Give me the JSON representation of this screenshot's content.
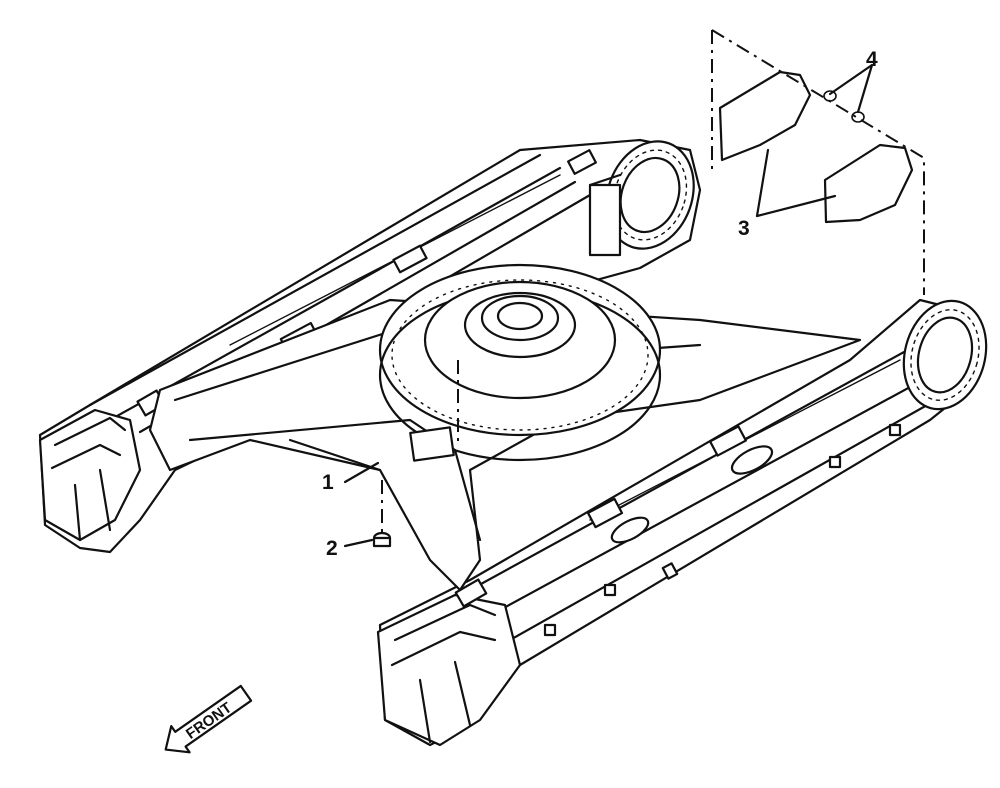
{
  "diagram": {
    "callouts": [
      {
        "id": "1",
        "label": "1"
      },
      {
        "id": "2",
        "label": "2"
      },
      {
        "id": "3",
        "label": "3"
      },
      {
        "id": "4",
        "label": "4"
      }
    ],
    "front_indicator": "FRONT"
  }
}
